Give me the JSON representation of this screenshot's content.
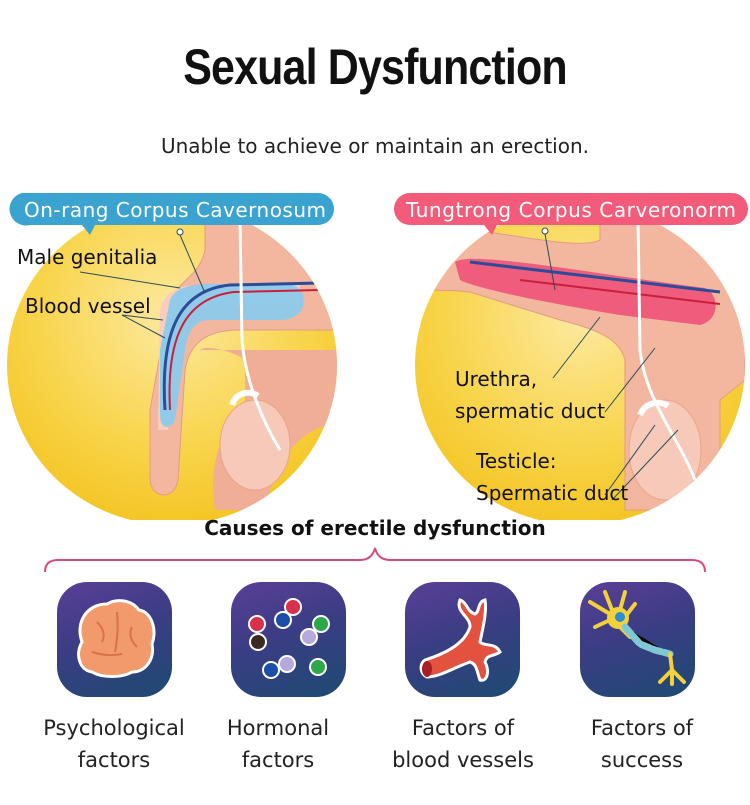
{
  "title": "Sexual Dysfunction",
  "subtitle": "Unable to achieve or maintain an erection.",
  "left_panel": {
    "badge": "On-rang Corpus Cavernosum",
    "labels": [
      "Male genitalia",
      "Blood vessel"
    ]
  },
  "right_panel": {
    "badge": "Tungtrong Corpus Carveronorm",
    "labels": [
      "Urethra,",
      "spermatic duct",
      "Testicle:",
      "Spermatic duct"
    ]
  },
  "causes_heading": "Causes of erectile dysfunction",
  "causes": [
    {
      "icon": "brain-icon",
      "line1": "Psychological",
      "line2": "factors"
    },
    {
      "icon": "hormone-molecules-icon",
      "line1": "Hormonal",
      "line2": "factors"
    },
    {
      "icon": "blood-vessel-icon",
      "line1": "Factors of",
      "line2": "blood vessels"
    },
    {
      "icon": "neuron-icon",
      "line1": "Factors of",
      "line2": "success"
    }
  ],
  "colors": {
    "left_badge": "#3aa3d0",
    "right_badge": "#f25c7a",
    "circle": "#f7d23e",
    "bracket": "#d94a7a"
  }
}
